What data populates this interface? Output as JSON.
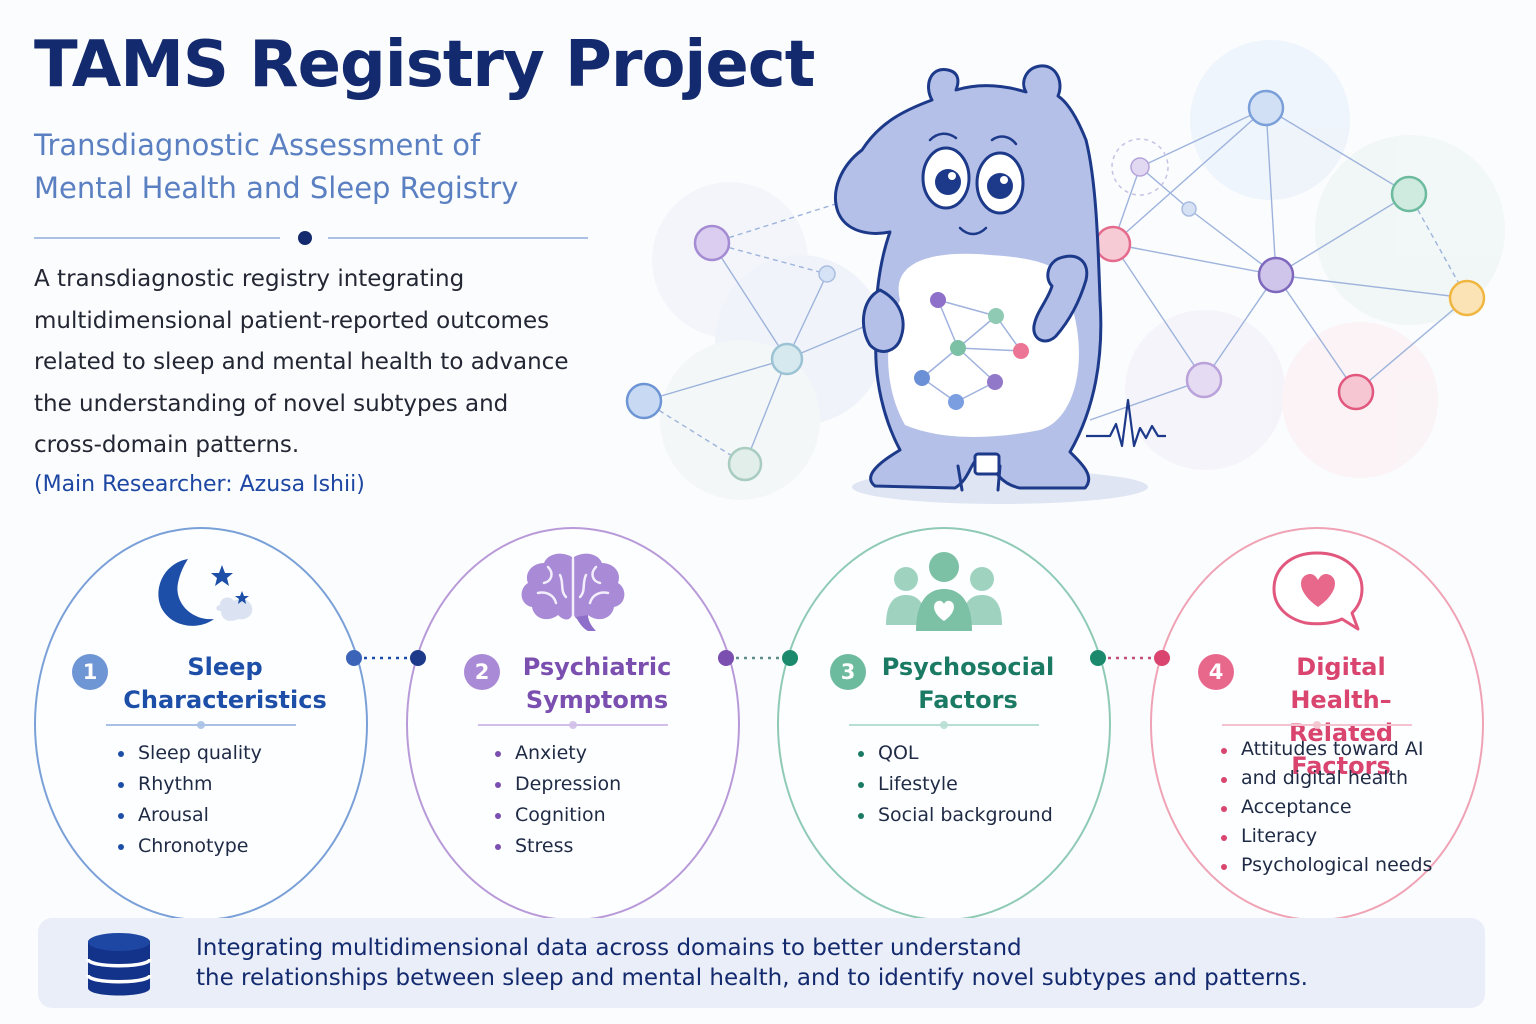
{
  "title": "TAMS Registry Project",
  "subtitle": {
    "line1": "Transdiagnostic Assessment of",
    "line2": "Mental Health and Sleep Registry"
  },
  "description": [
    "A transdiagnostic registry integrating",
    "multidimensional patient-reported outcomes",
    "related to sleep and mental health to advance",
    "the understanding of novel subtypes and",
    "cross-domain patterns."
  ],
  "researcher": "(Main Researcher: Azusa Ishii)",
  "domains": [
    {
      "number": "1",
      "title_line1": "Sleep",
      "title_line2": "Characteristics",
      "items": [
        "Sleep quality",
        "Rhythm",
        "Arousal",
        "Chronotype"
      ],
      "color": "#1d4fa8",
      "light": "#6e95d4",
      "icon": "moon-stars-icon"
    },
    {
      "number": "2",
      "title_line1": "Psychiatric",
      "title_line2": "Symptoms",
      "items": [
        "Anxiety",
        "Depression",
        "Cognition",
        "Stress"
      ],
      "color": "#7a4fb0",
      "light": "#a98ad6",
      "icon": "brain-icon"
    },
    {
      "number": "3",
      "title_line1": "Psychosocial",
      "title_line2": "Factors",
      "items": [
        "QOL",
        "Lifestyle",
        "Social background"
      ],
      "color": "#1b7a63",
      "light": "#7fc3ae",
      "icon": "people-heart-icon"
    },
    {
      "number": "4",
      "title_line1": "Digital Health–",
      "title_line2": "Related Factors",
      "items": [
        "Attitudes toward AI",
        "and digital health",
        "Acceptance",
        "Literacy",
        "Psychological needs"
      ],
      "color": "#d9456f",
      "light": "#ef9aaf",
      "icon": "speech-heart-icon"
    }
  ],
  "banner": {
    "line1": "Integrating multidimensional data across domains to better understand",
    "line2": "the relationships between sleep and mental health, and to identify novel subtypes and patterns.",
    "icon": "database-icon"
  }
}
